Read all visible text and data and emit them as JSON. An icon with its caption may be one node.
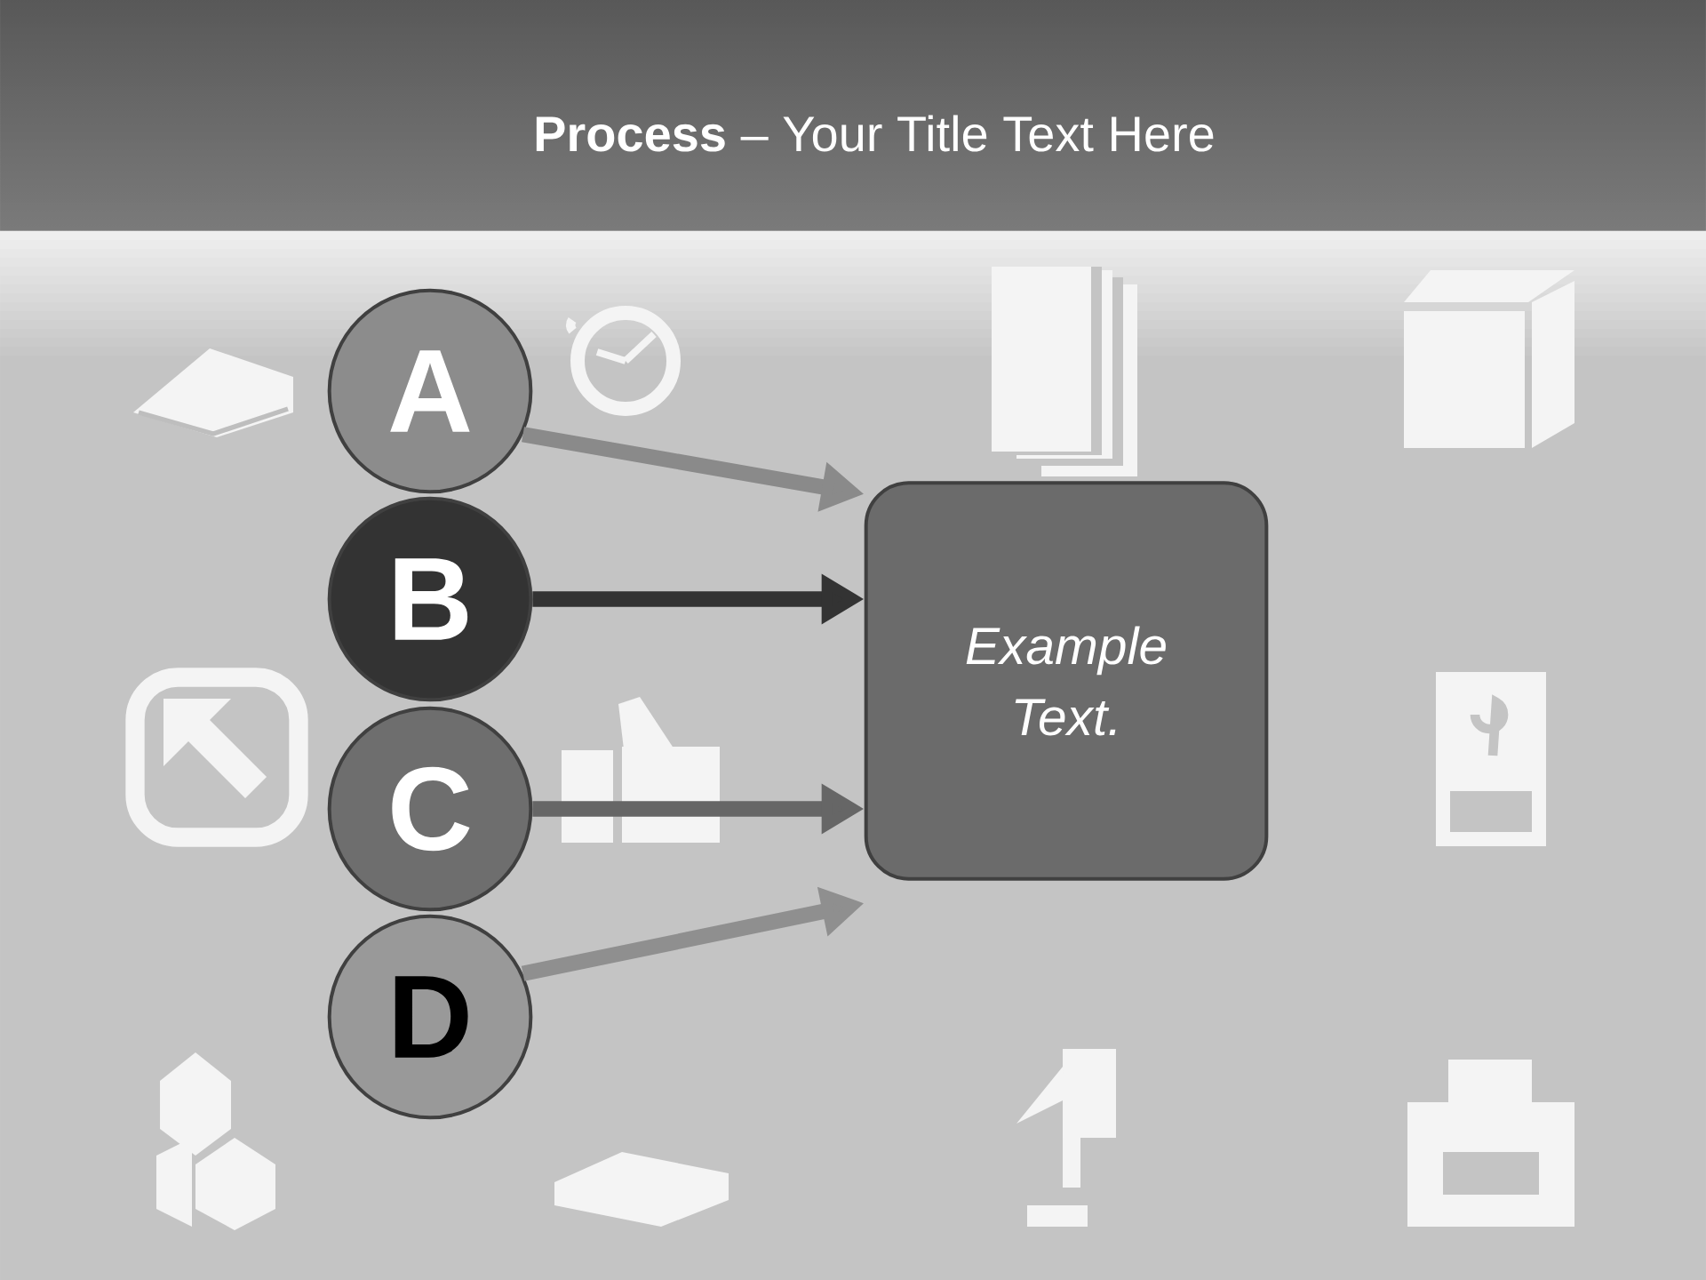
{
  "diagram": {
    "title": "**Process** – Your Title Text Here",
    "nodes": [
      {
        "text": [
          "A"
        ]
      },
      {
        "text": [
          "B"
        ]
      },
      {
        "text": [
          "C"
        ]
      },
      {
        "text": [
          "D"
        ]
      },
      {
        "text": [
          "Example Text."
        ]
      }
    ],
    "edges": [
      {
        "from": 0,
        "to": 4,
        "arrow": "to",
        "color": "#8a8a8a"
      },
      {
        "from": 1,
        "to": 4,
        "arrow": "to",
        "color": "#333333"
      },
      {
        "from": 2,
        "to": 4,
        "arrow": "to",
        "color": "#666666"
      },
      {
        "from": 3,
        "to": 4,
        "arrow": "to",
        "color": "#8f8f8f"
      }
    ]
  }
}
